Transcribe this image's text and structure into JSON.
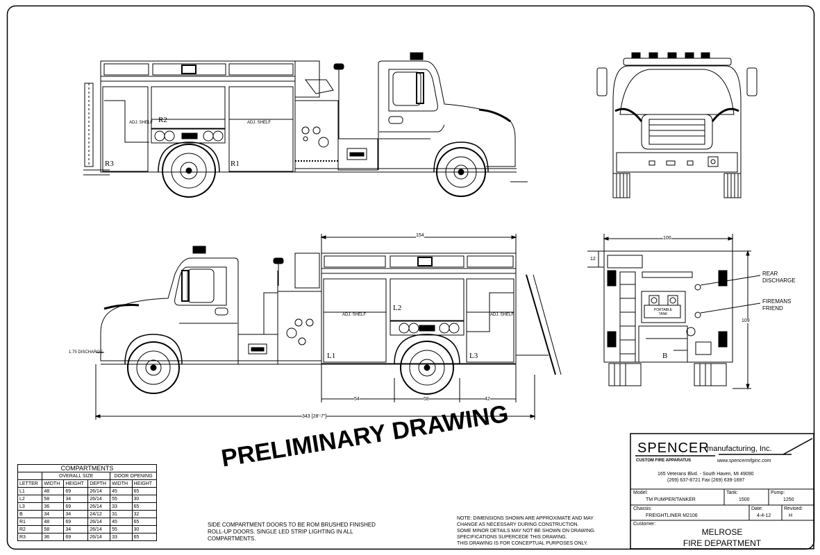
{
  "views": {
    "right_side": {
      "labels": [
        "R2",
        "R3",
        "R1"
      ],
      "shelf": [
        "ADJ. SHELF",
        "ADJ. SHELF"
      ]
    },
    "left_side": {
      "labels": [
        "L2",
        "L1",
        "L3"
      ],
      "shelf": [
        "ADJ. SHELF",
        "ADJ. SHELF"
      ],
      "discharge": "1.75 DISCHARGE",
      "dims": {
        "top": "154",
        "seg1": "54",
        "seg2": "58",
        "seg3": "42",
        "overall": "343 [28'-7\"]"
      }
    },
    "rear": {
      "dims": {
        "width": "100",
        "top": "12",
        "height": "109"
      },
      "callouts": [
        "REAR DISCHARGE",
        "FIREMANS FRIEND"
      ],
      "portable_tank": "PORTABLE TANK",
      "label": "B"
    }
  },
  "preliminary": "PRELIMINARY DRAWING",
  "compartments": {
    "title": "COMPARTMENTS",
    "group_overall": "OVERALL SIZE",
    "group_door": "DOOR OPENING",
    "columns": [
      "LETTER",
      "WIDTH",
      "HEIGHT",
      "DEPTH",
      "WIDTH",
      "HEIGHT"
    ],
    "rows": [
      [
        "L1",
        "48",
        "69",
        "26/14",
        "45",
        "65"
      ],
      [
        "L2",
        "58",
        "34",
        "26/14",
        "55",
        "30"
      ],
      [
        "L3",
        "36",
        "69",
        "26/14",
        "33",
        "65"
      ],
      [
        "B",
        "34",
        "34",
        "24/12",
        "31",
        "32"
      ],
      [
        "R1",
        "48",
        "69",
        "26/14",
        "45",
        "65"
      ],
      [
        "R2",
        "58",
        "34",
        "26/14",
        "55",
        "30"
      ],
      [
        "R3",
        "36",
        "69",
        "26/14",
        "33",
        "65"
      ]
    ]
  },
  "notes": {
    "doors": "SIDE COMPARTMENT DOORS TO BE ROM BRUSHED FINISHED ROLL-UP DOORS. SINGLE LED STRIP LIGHTING IN ALL COMPARTMENTS.",
    "disclaimer": [
      "NOTE: DIMENSIONS SHOWN ARE APPROXIMATE AND MAY",
      "CHANGE AS NECESSARY DURING CONSTRUCTION.",
      "SOME MINOR DETAILS MAY NOT BE SHOWN ON DRAWING.",
      "SPECIFICATIONS SUPERCEDE THIS DRAWING.",
      "THIS DRAWING IS FOR CONCEPTUAL PURPOSES ONLY."
    ]
  },
  "title_block": {
    "company": "SPENCER",
    "company_suffix": "manufacturing, Inc.",
    "tagline": "CUSTOM FIRE APPARATUS",
    "website": "www.spencermfginc.com",
    "address": "165 Veterans Blvd. - South Haven, MI 49090",
    "phone": "(269) 637-8721   Fax (269) 639-1697",
    "model_label": "Model:",
    "model": "TM PUMPER/TANKER",
    "tank_label": "Tank:",
    "tank": "1500",
    "pump_label": "Pump:",
    "pump": "1250",
    "chassis_label": "Chassis:",
    "chassis": "FREIGHTLINER M2106",
    "date_label": "Date:",
    "date": "4-4-12",
    "revised_label": "Revised:",
    "revised": "H",
    "customer_label": "Customer:",
    "customer_line1": "MELROSE",
    "customer_line2": "FIRE DEPARTMENT"
  }
}
